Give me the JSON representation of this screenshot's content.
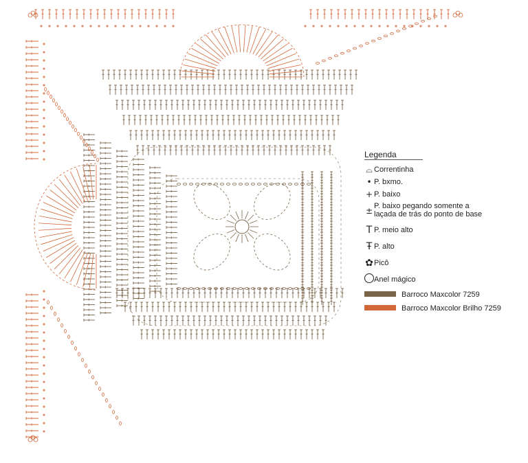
{
  "legend": {
    "title": "Legenda",
    "items": [
      {
        "icon": "chain-icon",
        "symbol": "⌓",
        "label": "Correntinha"
      },
      {
        "icon": "slip-stitch-icon",
        "symbol": "•",
        "label": "P. bxmo."
      },
      {
        "icon": "single-crochet-icon",
        "symbol": "+",
        "label": "P. baixo"
      },
      {
        "icon": "back-loop-sc-icon",
        "symbol": "±",
        "label_line1": "P. baixo pegando somente a",
        "label_line2": "laçada de trás do ponto de base"
      },
      {
        "icon": "half-double-crochet-icon",
        "symbol": "T",
        "label": "P. meio alto"
      },
      {
        "icon": "double-crochet-icon",
        "symbol": "Ŧ",
        "label": "P. alto"
      },
      {
        "icon": "picot-icon",
        "symbol": "✿",
        "label": "Picô"
      },
      {
        "icon": "magic-ring-icon",
        "symbol": "○",
        "label": "Anel mágico"
      }
    ],
    "yarns": [
      {
        "label": "Barroco Maxcolor 7259",
        "color": "#7a6448"
      },
      {
        "label": "Barroco Maxcolor Brilho 7259",
        "color": "#d2683a"
      }
    ]
  },
  "colors": {
    "brown": "#7a6448",
    "orange": "#d2683a"
  }
}
